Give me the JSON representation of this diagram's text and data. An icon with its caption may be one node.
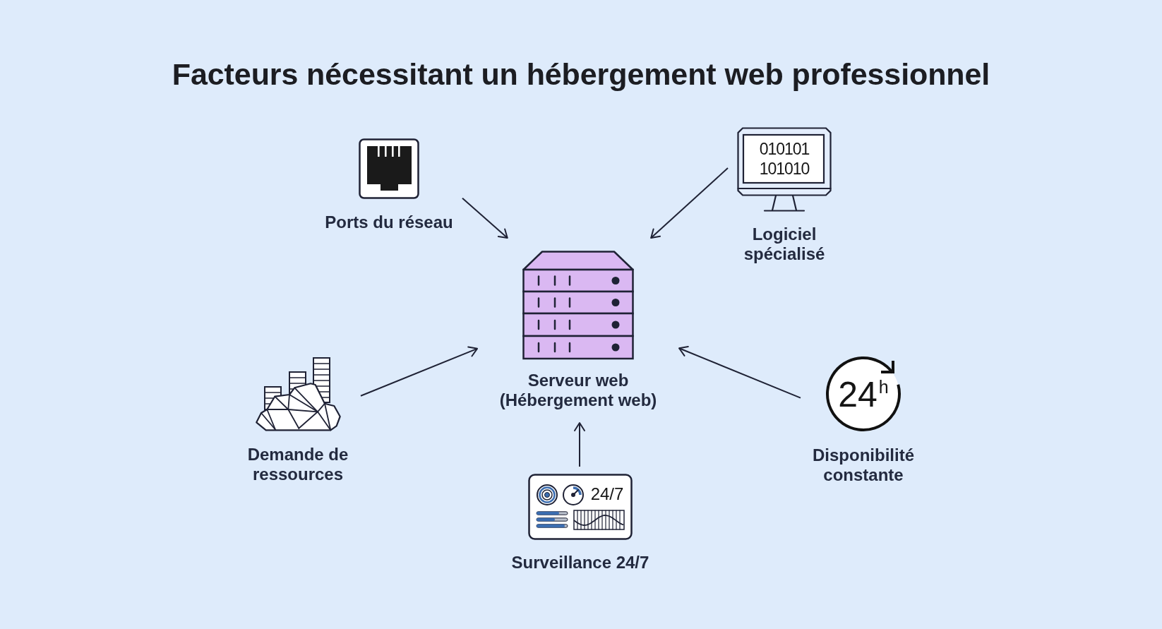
{
  "diagram": {
    "title": "Facteurs nécessitant un hébergement web professionnel",
    "nodes": [
      {
        "text": [
          "Ports du réseau"
        ]
      },
      {
        "text": [
          "010101 101010",
          "Logiciel spécialisé"
        ]
      },
      {
        "text": [
          "Serveur web (Hébergement web)"
        ]
      },
      {
        "text": [
          "Demande de ressources"
        ]
      },
      {
        "text": [
          "24$^{h}$",
          "Disponibilité constante"
        ]
      },
      {
        "text": [
          "24/7",
          "Surveillance 24/7"
        ]
      }
    ],
    "edges": [
      {
        "from": 0,
        "to": 2,
        "arrow": "to"
      },
      {
        "from": 1,
        "to": 2,
        "arrow": "to"
      },
      {
        "from": 3,
        "to": 2,
        "arrow": "to"
      },
      {
        "from": 4,
        "to": 2,
        "arrow": "to"
      },
      {
        "from": 5,
        "to": 2,
        "arrow": "to"
      }
    ]
  }
}
